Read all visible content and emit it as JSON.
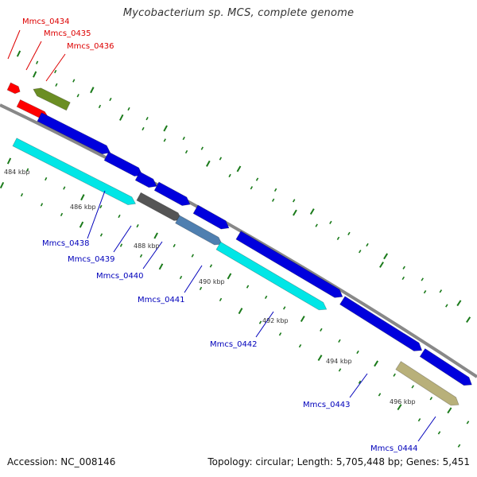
{
  "header": {
    "title": "Mycobacterium sp. MCS, complete genome"
  },
  "footer": {
    "accession": "Accession: NC_008146",
    "stats": "Topology: circular; Length: 5,705,448 bp; Genes: 5,451"
  },
  "colors": {
    "forward_strand": "#ff0000",
    "reverse_strand": "#0000dd",
    "cyan_gene": "#00e6e6",
    "olive_gene": "#6b8e23",
    "gray_gene": "#555555",
    "steelblue_gene": "#4f7fb0",
    "khaki_gene": "#b8b07a",
    "backbone": "#888888",
    "tick": "#1a7a1a",
    "top_label": "#dd0000",
    "bottom_label": "#0000bb"
  },
  "scale_labels": [
    {
      "text": "484 kbp"
    },
    {
      "text": "486 kbp"
    },
    {
      "text": "488 kbp"
    },
    {
      "text": "490 kbp"
    },
    {
      "text": "492 kbp"
    },
    {
      "text": "494 kbp"
    },
    {
      "text": "496 kbp"
    }
  ],
  "genes_top": [
    {
      "label": "Mmcs_0434"
    },
    {
      "label": "Mmcs_0435"
    },
    {
      "label": "Mmcs_0436"
    }
  ],
  "genes_bottom": [
    {
      "label": "Mmcs_0438"
    },
    {
      "label": "Mmcs_0439"
    },
    {
      "label": "Mmcs_0440"
    },
    {
      "label": "Mmcs_0441"
    },
    {
      "label": "Mmcs_0442"
    },
    {
      "label": "Mmcs_0443"
    },
    {
      "label": "Mmcs_0444"
    }
  ]
}
